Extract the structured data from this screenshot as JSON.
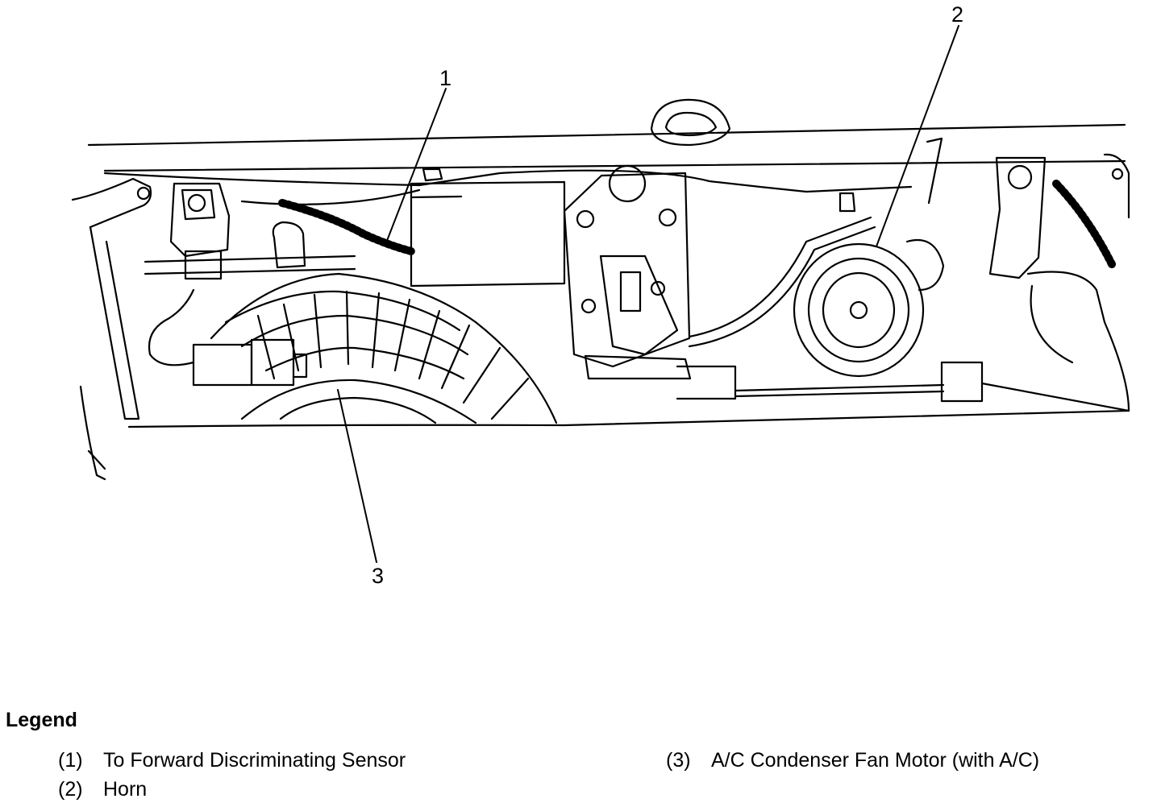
{
  "callouts": {
    "one": "1",
    "two": "2",
    "three": "3"
  },
  "legend": {
    "title": "Legend",
    "items": [
      {
        "number": "(1)",
        "label": "To Forward Discriminating Sensor"
      },
      {
        "number": "(2)",
        "label": "Horn"
      },
      {
        "number": "(3)",
        "label": "A/C Condenser Fan Motor (with A/C)"
      }
    ]
  }
}
